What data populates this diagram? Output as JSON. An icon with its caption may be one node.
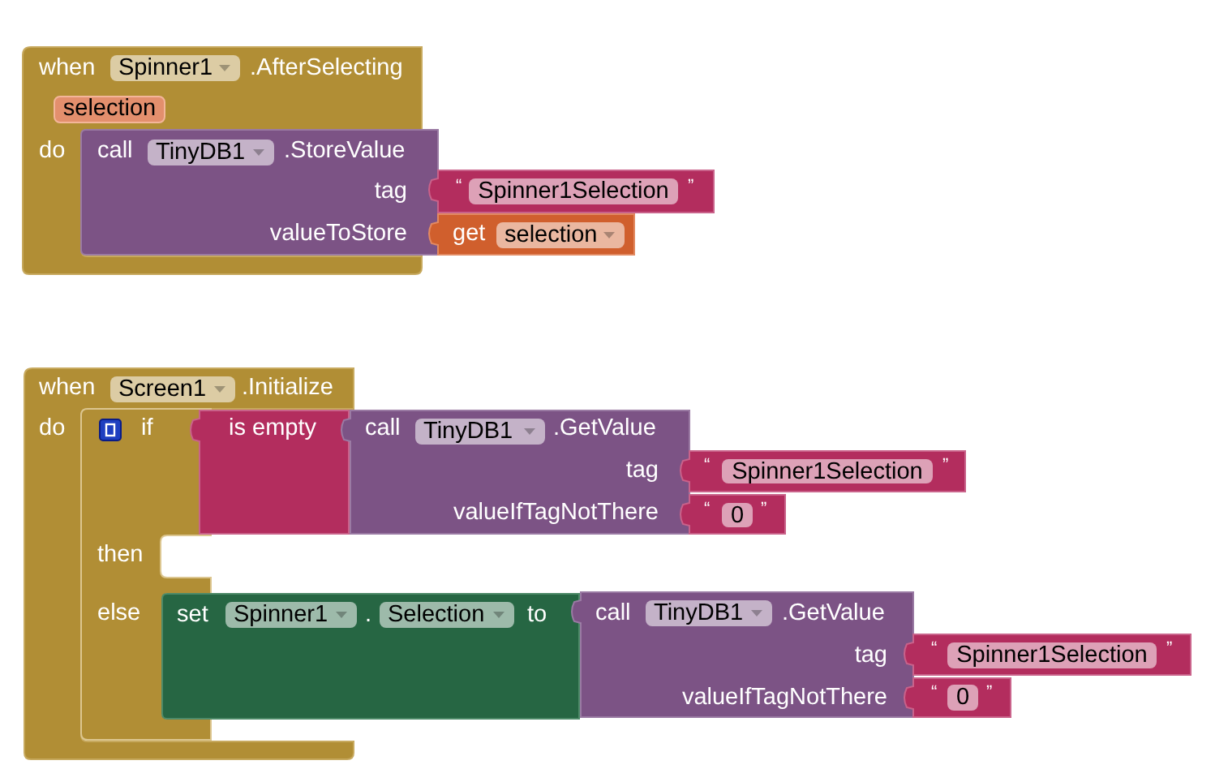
{
  "diagram": {
    "nodes": [
      {
        "text": [
          "when",
          ".AfterSelecting",
          "do"
        ]
      },
      {
        "text": [
          "Spinner1"
        ],
        "in": 0
      },
      {
        "text": [
          "selection"
        ],
        "in": 0
      },
      {
        "text": [
          "call",
          ".StoreValue",
          "tag",
          "valueToStore"
        ]
      },
      {
        "text": [
          "TinyDB1"
        ],
        "in": 3
      },
      {
        "text": [
          "“",
          "”"
        ]
      },
      {
        "text": [
          "Spinner1Selection"
        ],
        "in": 5
      },
      {
        "text": [
          "get"
        ]
      },
      {
        "text": [
          "selection"
        ],
        "in": 7
      },
      {
        "text": [
          "when",
          ".Initialize",
          "do"
        ]
      },
      {
        "text": [
          "Screen1"
        ],
        "in": 9
      },
      {
        "text": [
          "if",
          "then",
          "else"
        ],
        "in": 9
      },
      {
        "text": [
          "is empty"
        ]
      },
      {
        "text": [
          "call",
          ".GetValue",
          "tag",
          "valueIfTagNotThere"
        ]
      },
      {
        "text": [
          "TinyDB1"
        ],
        "in": 13
      },
      {
        "text": [
          "“",
          "”"
        ]
      },
      {
        "text": [
          "Spinner1Selection"
        ],
        "in": 15
      },
      {
        "text": [
          "“",
          "”"
        ]
      },
      {
        "text": [
          "0"
        ],
        "in": 17
      },
      {
        "text": [
          "set",
          ".",
          "to"
        ]
      },
      {
        "text": [
          "Spinner1"
        ],
        "in": 19
      },
      {
        "text": [
          "Selection"
        ],
        "in": 19
      },
      {
        "text": [
          "call",
          ".GetValue",
          "tag",
          "valueIfTagNotThere"
        ]
      },
      {
        "text": [
          "TinyDB1"
        ],
        "in": 22
      },
      {
        "text": [
          "“",
          "”"
        ]
      },
      {
        "text": [
          "Spinner1Selection"
        ],
        "in": 24
      },
      {
        "text": [
          "“",
          "”"
        ]
      },
      {
        "text": [
          "0"
        ],
        "in": 26
      }
    ]
  }
}
